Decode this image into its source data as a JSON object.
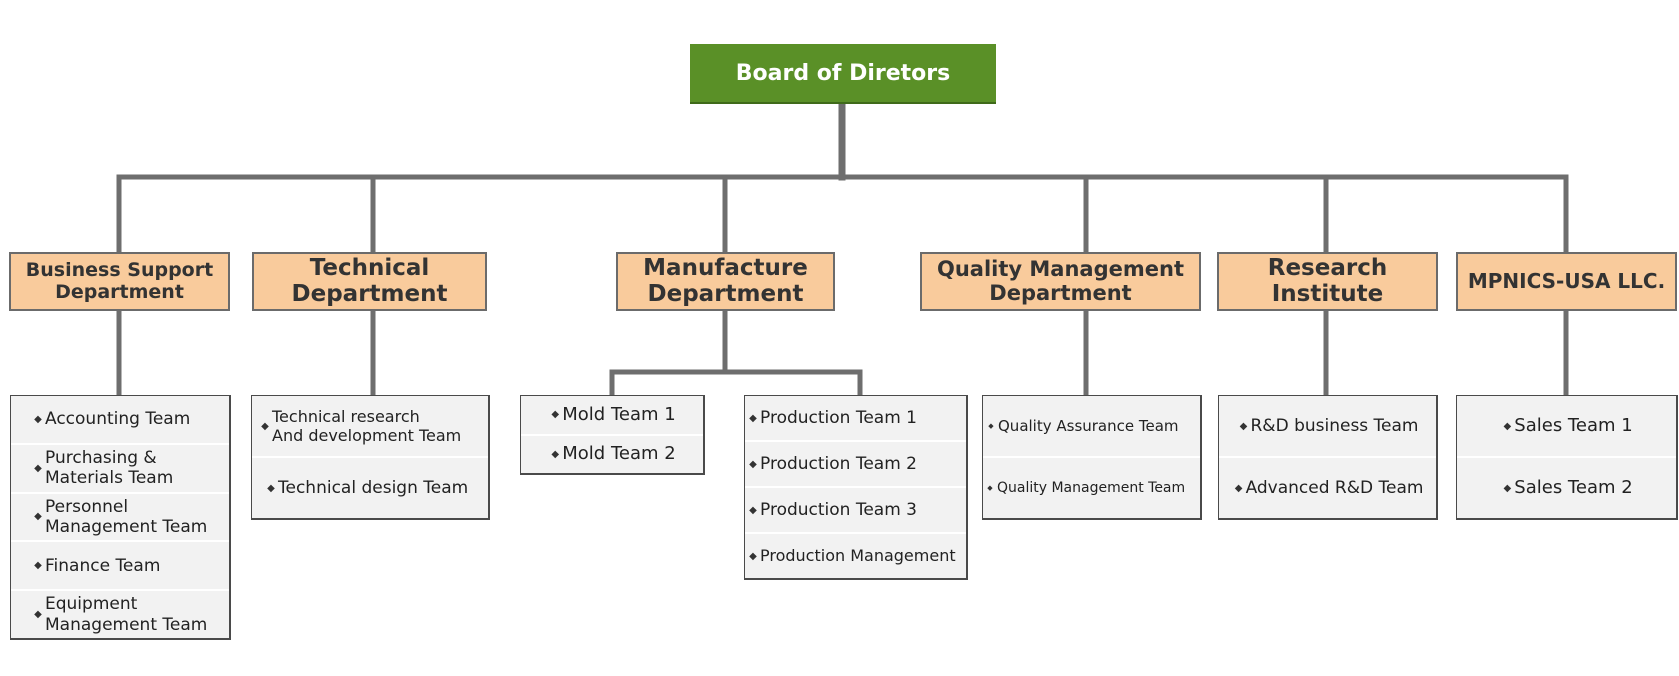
{
  "root": {
    "label": "Board of Diretors"
  },
  "colors": {
    "root": "#5a9027",
    "department": "#f9cb9c",
    "connector": "#6e6e6e",
    "team_box": "#f2f2f2"
  },
  "bullet_icon": "◆",
  "departments": [
    {
      "title_line1": "Business Support",
      "title_line2": "Department",
      "teams": [
        {
          "line1": "Accounting Team",
          "line2": ""
        },
        {
          "line1": "Purchasing &",
          "line2": "Materials Team"
        },
        {
          "line1": "Personnel",
          "line2": "Management Team"
        },
        {
          "line1": "Finance Team",
          "line2": ""
        },
        {
          "line1": "Equipment",
          "line2": "Management Team"
        }
      ]
    },
    {
      "title_line1": "Technical",
      "title_line2": "Department",
      "teams": [
        {
          "line1": "Technical research",
          "line2": "And development Team"
        },
        {
          "line1": "Technical design Team",
          "line2": ""
        }
      ]
    },
    {
      "title_line1": "Manufacture",
      "title_line2": "Department",
      "groups": [
        {
          "teams": [
            {
              "line1": "Mold Team 1"
            },
            {
              "line1": "Mold Team 2"
            }
          ]
        },
        {
          "teams": [
            {
              "line1": "Production Team 1"
            },
            {
              "line1": "Production Team 2"
            },
            {
              "line1": "Production Team 3"
            },
            {
              "line1": "Production Management"
            }
          ]
        }
      ]
    },
    {
      "title_line1": "Quality Management",
      "title_line2": "Department",
      "teams": [
        {
          "line1": "Quality Assurance Team"
        },
        {
          "line1": "Quality Management Team"
        }
      ]
    },
    {
      "title_line1": "Research",
      "title_line2": "Institute",
      "teams": [
        {
          "line1": "R&D business Team"
        },
        {
          "line1": "Advanced R&D Team"
        }
      ]
    },
    {
      "title_line1": "MPNICS-USA LLC.",
      "title_line2": "",
      "teams": [
        {
          "line1": "Sales Team 1"
        },
        {
          "line1": "Sales Team 2"
        }
      ]
    }
  ]
}
